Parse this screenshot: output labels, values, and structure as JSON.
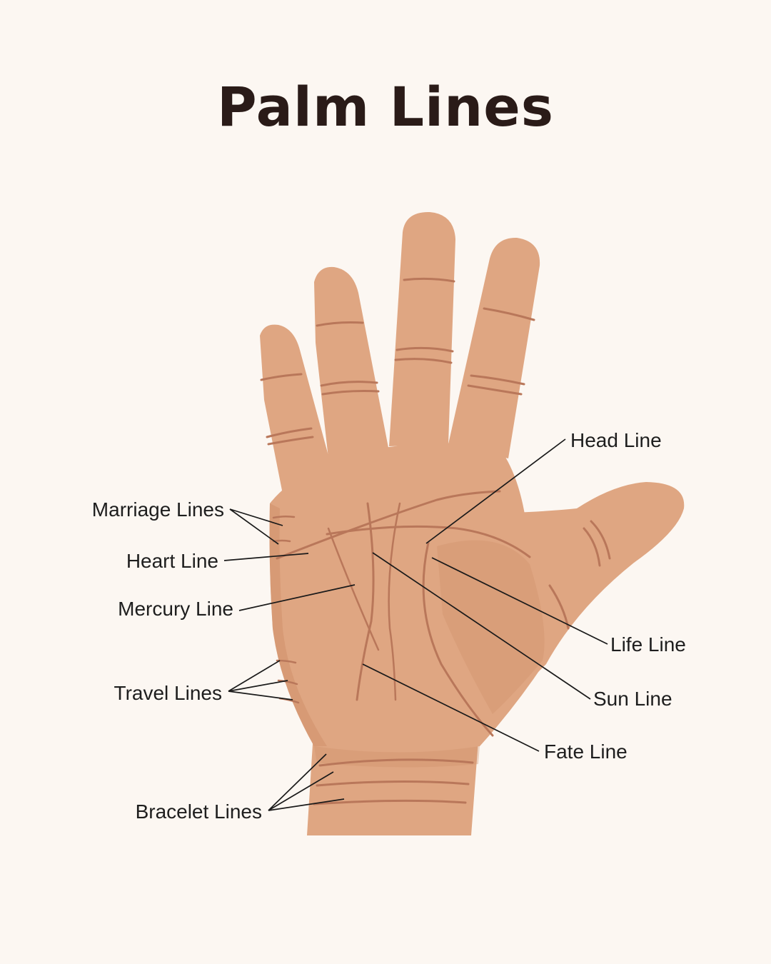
{
  "title": "Palm Lines",
  "colors": {
    "background": "#fcf7f2",
    "skin": "#dfa682",
    "skin_shadow": "#cf906b",
    "crease": "#b9775a",
    "title": "#2a1b18"
  },
  "labels": {
    "head_line": "Head Line",
    "marriage_lines": "Marriage Lines",
    "heart_line": "Heart Line",
    "mercury_line": "Mercury Line",
    "life_line": "Life Line",
    "travel_lines": "Travel Lines",
    "sun_line": "Sun Line",
    "fate_line": "Fate Line",
    "bracelet_lines": "Bracelet Lines"
  }
}
